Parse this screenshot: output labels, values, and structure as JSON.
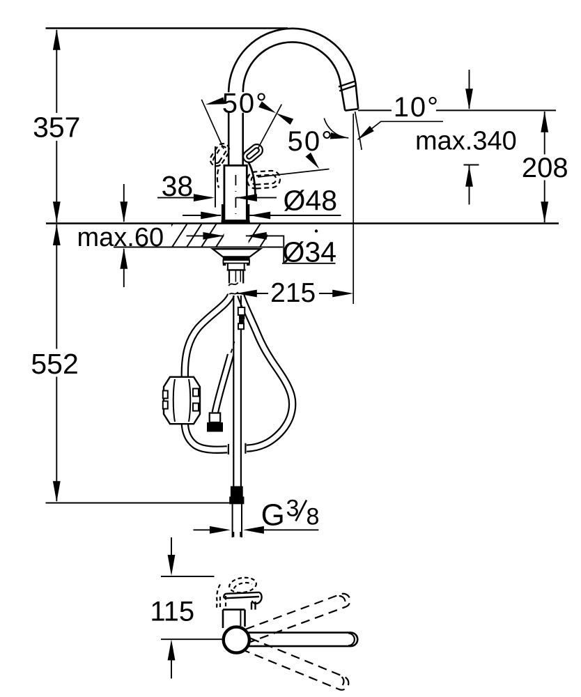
{
  "drawing": {
    "type": "technical-dimension-drawing",
    "subject": "single-lever kitchen faucet with high C-spout, side view with installation depth and top swivel view",
    "background_color": "#ffffff",
    "line_color": "#000000",
    "labels": {
      "height_total": "357",
      "depth_below_counter": "552",
      "handle_angle_back": "50°",
      "handle_angle_front": "50°",
      "spout_outlet_angle": "10°",
      "max_pullout": "max.340",
      "outlet_height": "208",
      "center_offset": "38",
      "base_diameter": "Ø48",
      "counter_thickness": "max.60",
      "hole_diameter": "Ø34",
      "outlet_reach": "215",
      "thread_letter": "G",
      "thread_numerator": "3",
      "thread_fraction_slash": "/",
      "thread_denominator": "8",
      "swivel_height": "115"
    }
  }
}
